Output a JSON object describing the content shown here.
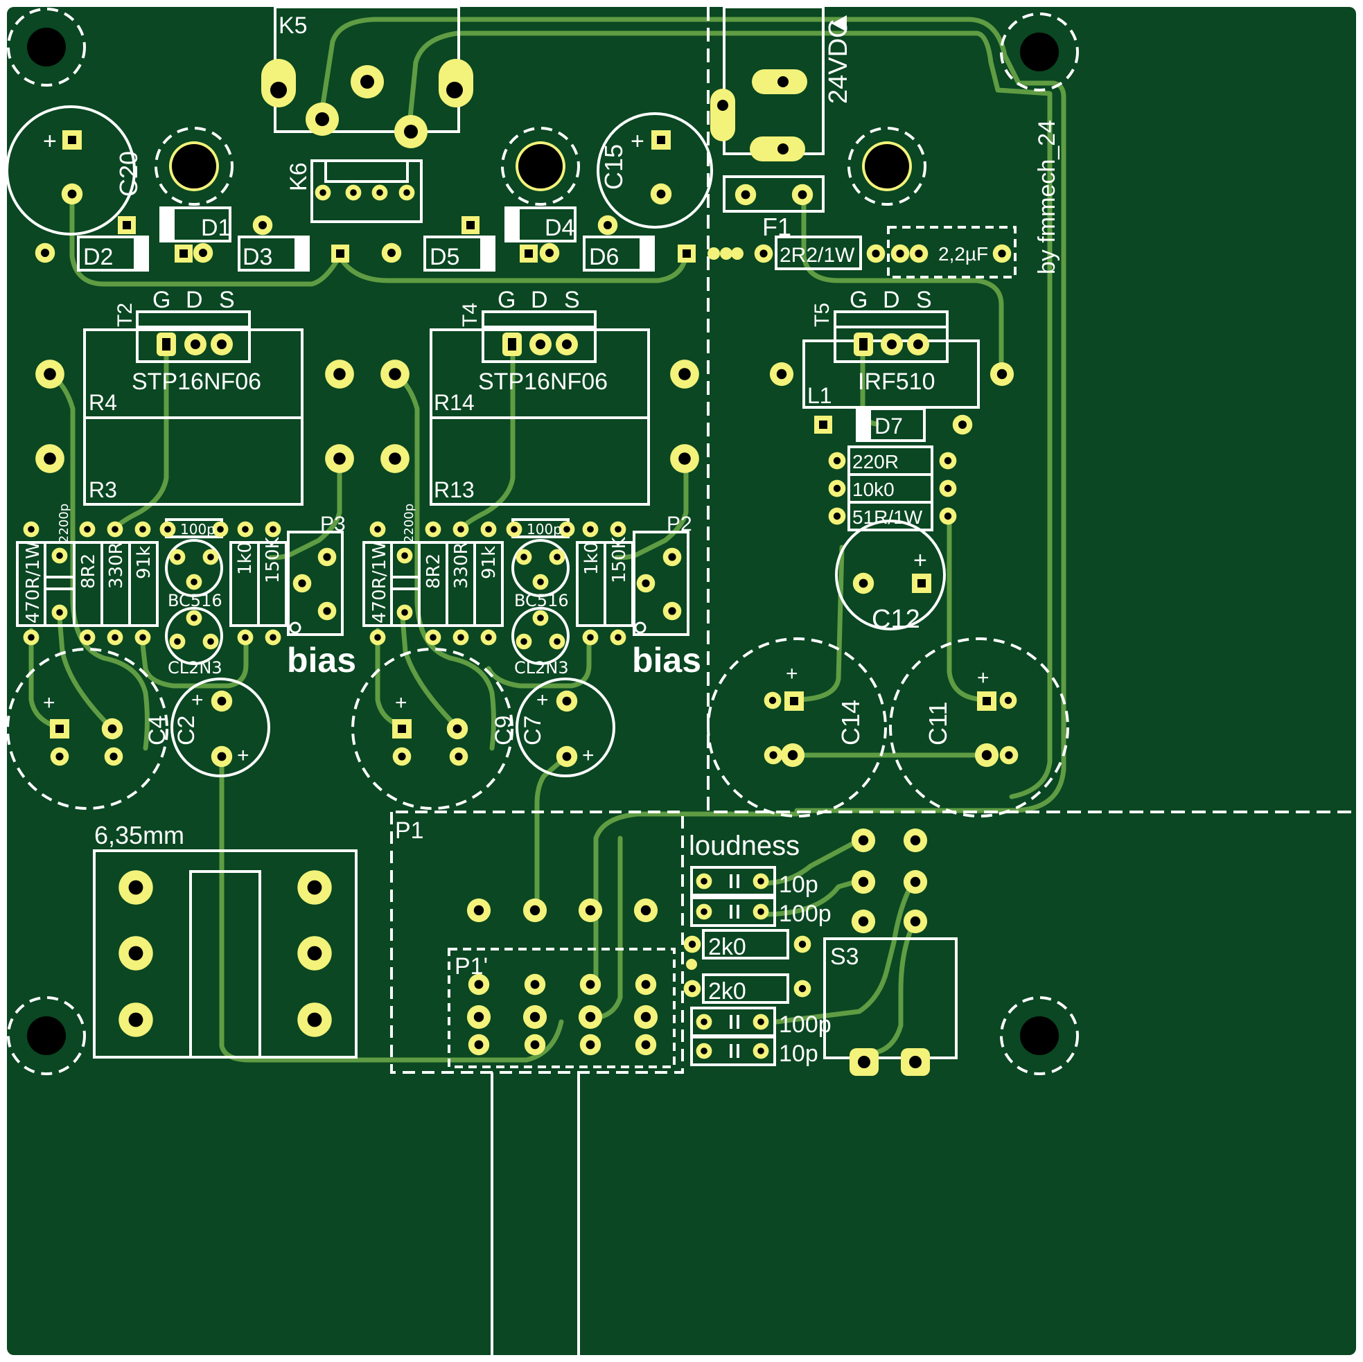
{
  "board": {
    "colors": {
      "board": "#0a4722",
      "trace": "#5f9c43",
      "pad": "#f3f27a",
      "silk": "#ffffff",
      "hole": "#000000"
    },
    "author": "by fmmech_24"
  },
  "labels": {
    "K5": "K5",
    "K6": "K6",
    "power": "24VDC",
    "F1": "F1",
    "C20": "C20",
    "C15": "C15",
    "D1": "D1",
    "D2": "D2",
    "D3": "D3",
    "D4": "D4",
    "D5": "D5",
    "D6": "D6",
    "R_fuse": "2R2/1W",
    "C_film": "2,2µF",
    "G": "G",
    "D": "D",
    "S": "S",
    "T2": "T2",
    "T4": "T4",
    "T5": "T5",
    "STP": "STP16NF06",
    "IRF": "IRF510",
    "R4": "R4",
    "R3": "R3",
    "R14": "R14",
    "R13": "R13",
    "L1": "L1",
    "D7": "D7",
    "r220": "220R",
    "r10k": "10k0",
    "r51": "51R/1W",
    "c2200": "2200p",
    "r470": "470R/1W",
    "r8R2": "8R2",
    "r330": "330R",
    "r91k": "91k",
    "c100p": "100p",
    "r1k0": "1k0",
    "r150K": "150K",
    "BC516": "BC516",
    "CL2N3": "CL2N3",
    "P3": "P3",
    "P2": "P2",
    "bias": "bias",
    "C4": "C4",
    "C2": "C2",
    "C9": "C9",
    "C7": "C7",
    "C12": "C12",
    "C14": "C14",
    "C11": "C11",
    "plus": "+",
    "jack": "6,35mm",
    "P1": "P1",
    "P1p": "P1'",
    "loudness": "loudness",
    "c10p": "10p",
    "r2k0": "2k0",
    "S3": "S3"
  }
}
